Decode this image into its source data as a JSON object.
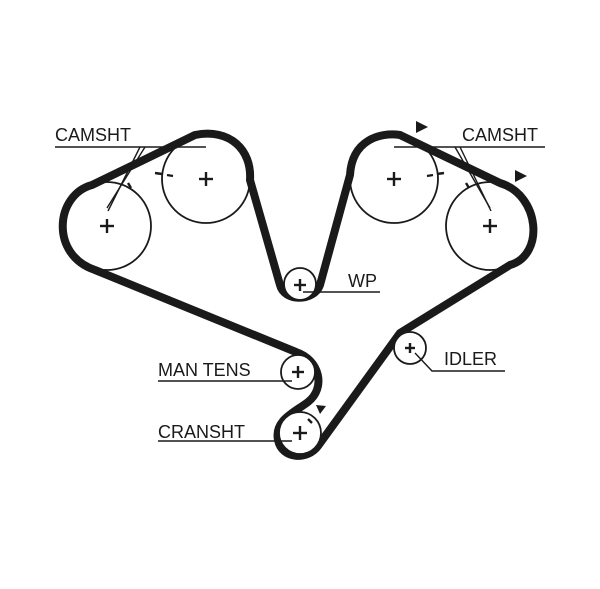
{
  "diagram": {
    "labels": {
      "camshaft_left": "CAMSHT",
      "camshaft_right": "CAMSHT",
      "water_pump": "WP",
      "idler": "IDLER",
      "manual_tensioner": "MAN TENS",
      "crankshaft": "CRANSHT"
    },
    "colors": {
      "belt": "#1a1a1a",
      "pulley_outline": "#1a1a1a",
      "background": "#ffffff"
    },
    "icons": [
      "center-cross-icon",
      "timing-mark-icon",
      "rotation-arrow-icon"
    ]
  }
}
